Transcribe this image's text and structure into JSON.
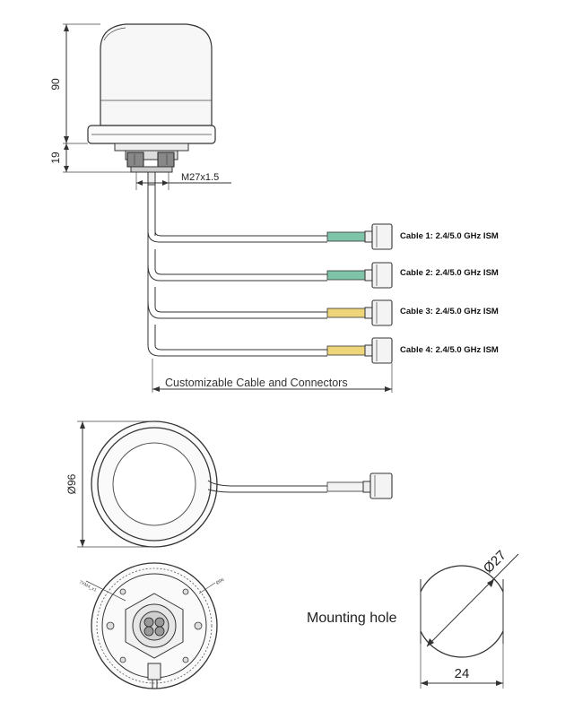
{
  "dimensions": {
    "height_total": "90",
    "base_height": "19",
    "thread": "M27x1.5",
    "cable_length": "Customizable Cable and Connectors",
    "diameter_top": "Ø96",
    "bottom_small_left": "7XM4_x1",
    "bottom_small_right": "Ø96",
    "mount_diameter": "Ø27",
    "mount_width": "24"
  },
  "cables": [
    {
      "label": "Cable 1: 2.4/5.0 GHz ISM",
      "sleeve_color": "#7fc4a8"
    },
    {
      "label": "Cable 2: 2.4/5.0 GHz ISM",
      "sleeve_color": "#7fc4a8"
    },
    {
      "label": "Cable 3: 2.4/5.0 GHz ISM",
      "sleeve_color": "#efd57a"
    },
    {
      "label": "Cable 4: 2.4/5.0 GHz ISM",
      "sleeve_color": "#efd57a"
    }
  ],
  "mounting_hole": {
    "label": "Mounting hole"
  }
}
